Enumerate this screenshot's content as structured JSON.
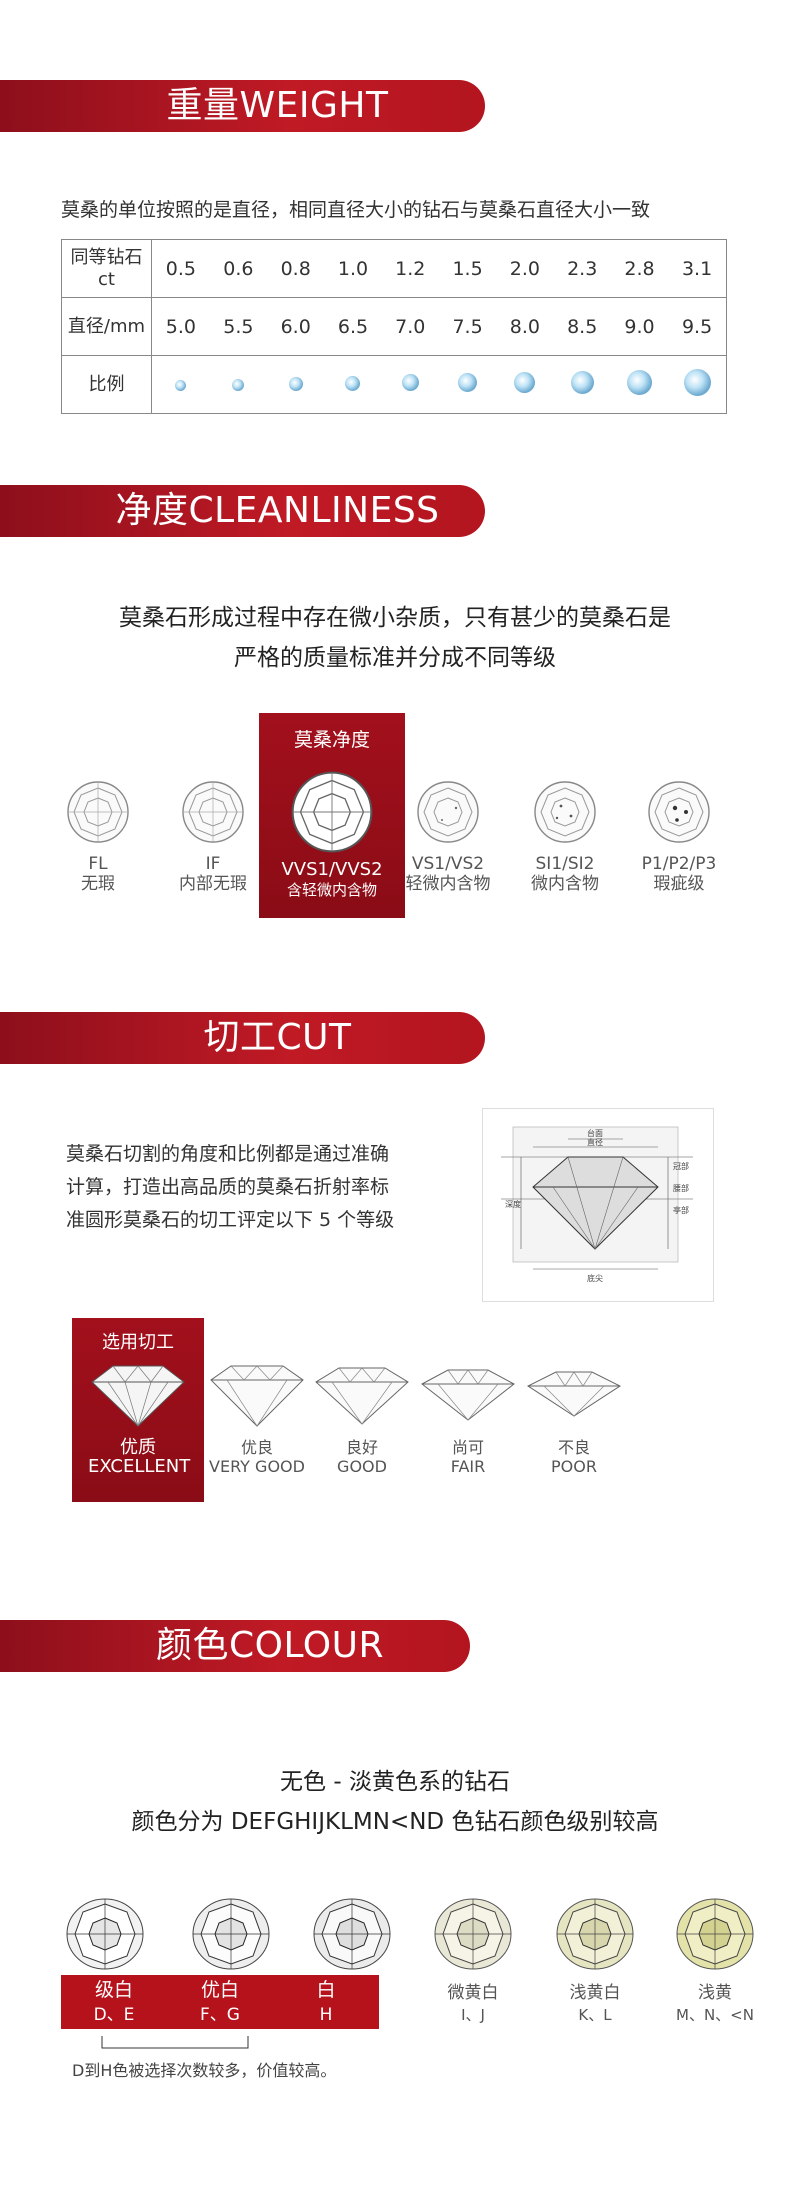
{
  "weight": {
    "title": "重量WEIGHT",
    "intro": "莫桑的单位按照的是直径，相同直径大小的钻石与莫桑石直径大小一致",
    "row_ct_label": "同等钻石 ct",
    "ct": [
      "0.5",
      "0.6",
      "0.8",
      "1.0",
      "1.2",
      "1.5",
      "2.0",
      "2.3",
      "2.8",
      "3.1"
    ],
    "row_mm_label": "直径/mm",
    "mm": [
      "5.0",
      "5.5",
      "6.0",
      "6.5",
      "7.0",
      "7.5",
      "8.0",
      "8.5",
      "9.0",
      "9.5"
    ],
    "row_ratio_label": "比例"
  },
  "clarity": {
    "title": "净度CLEANLINESS",
    "intro_line1": "莫桑石形成过程中存在微小杂质，只有甚少的莫桑石是",
    "intro_line2": "严格的质量标准并分成不同等级",
    "highlight_label": "莫桑净度",
    "grades": [
      {
        "code": "FL",
        "desc": "无瑕"
      },
      {
        "code": "IF",
        "desc": "内部无瑕"
      },
      {
        "code": "VVS1/VVS2",
        "desc": "含轻微内含物"
      },
      {
        "code": "VS1/VS2",
        "desc": "轻微内含物"
      },
      {
        "code": "SI1/SI2",
        "desc": "微内含物"
      },
      {
        "code": "P1/P2/P3",
        "desc": "瑕疵级"
      }
    ]
  },
  "cut": {
    "title": "切工CUT",
    "intro_line1": "莫桑石切割的角度和比例都是通过准确",
    "intro_line2": "计算，打造出高品质的莫桑石折射率标",
    "intro_line3": "准圆形莫桑石的切工评定以下 5 个等级",
    "diagram_labels": {
      "table": "台面",
      "diameter": "直径",
      "crown": "冠部",
      "girdle": "腰部",
      "pavilion": "亭部",
      "depth": "深度",
      "culet": "底尖"
    },
    "highlight_label": "选用切工",
    "grades": [
      {
        "cn": "优质",
        "en": "EXCELLENT"
      },
      {
        "cn": "优良",
        "en": "VERY GOOD"
      },
      {
        "cn": "良好",
        "en": "GOOD"
      },
      {
        "cn": "尚可",
        "en": "FAIR"
      },
      {
        "cn": "不良",
        "en": "POOR"
      }
    ]
  },
  "colour": {
    "title": "颜色COLOUR",
    "intro_line1": "无色 - 淡黄色系的钻石",
    "intro_line2": "颜色分为 DEFGHIJKLMN<ND 色钻石颜色级别较高",
    "grades": [
      {
        "name": "级白",
        "grade": "D、E",
        "tint": "#f2f2f2"
      },
      {
        "name": "优白",
        "grade": "F、G",
        "tint": "#eeeeee"
      },
      {
        "name": "白",
        "grade": "H",
        "tint": "#ebebeb"
      },
      {
        "name": "微黄白",
        "grade": "I、J",
        "tint": "#e9e8d6"
      },
      {
        "name": "浅黄白",
        "grade": "K、L",
        "tint": "#e6e5c2"
      },
      {
        "name": "浅黄",
        "grade": "M、N、<N",
        "tint": "#e3e2a8"
      }
    ],
    "note": "D到H色被选择次数较多，价值较高。"
  },
  "colors": {
    "brand_red": "#b5121c",
    "dark_red": "#8d0f1b",
    "diamond_blue": "#6aa8cf"
  }
}
